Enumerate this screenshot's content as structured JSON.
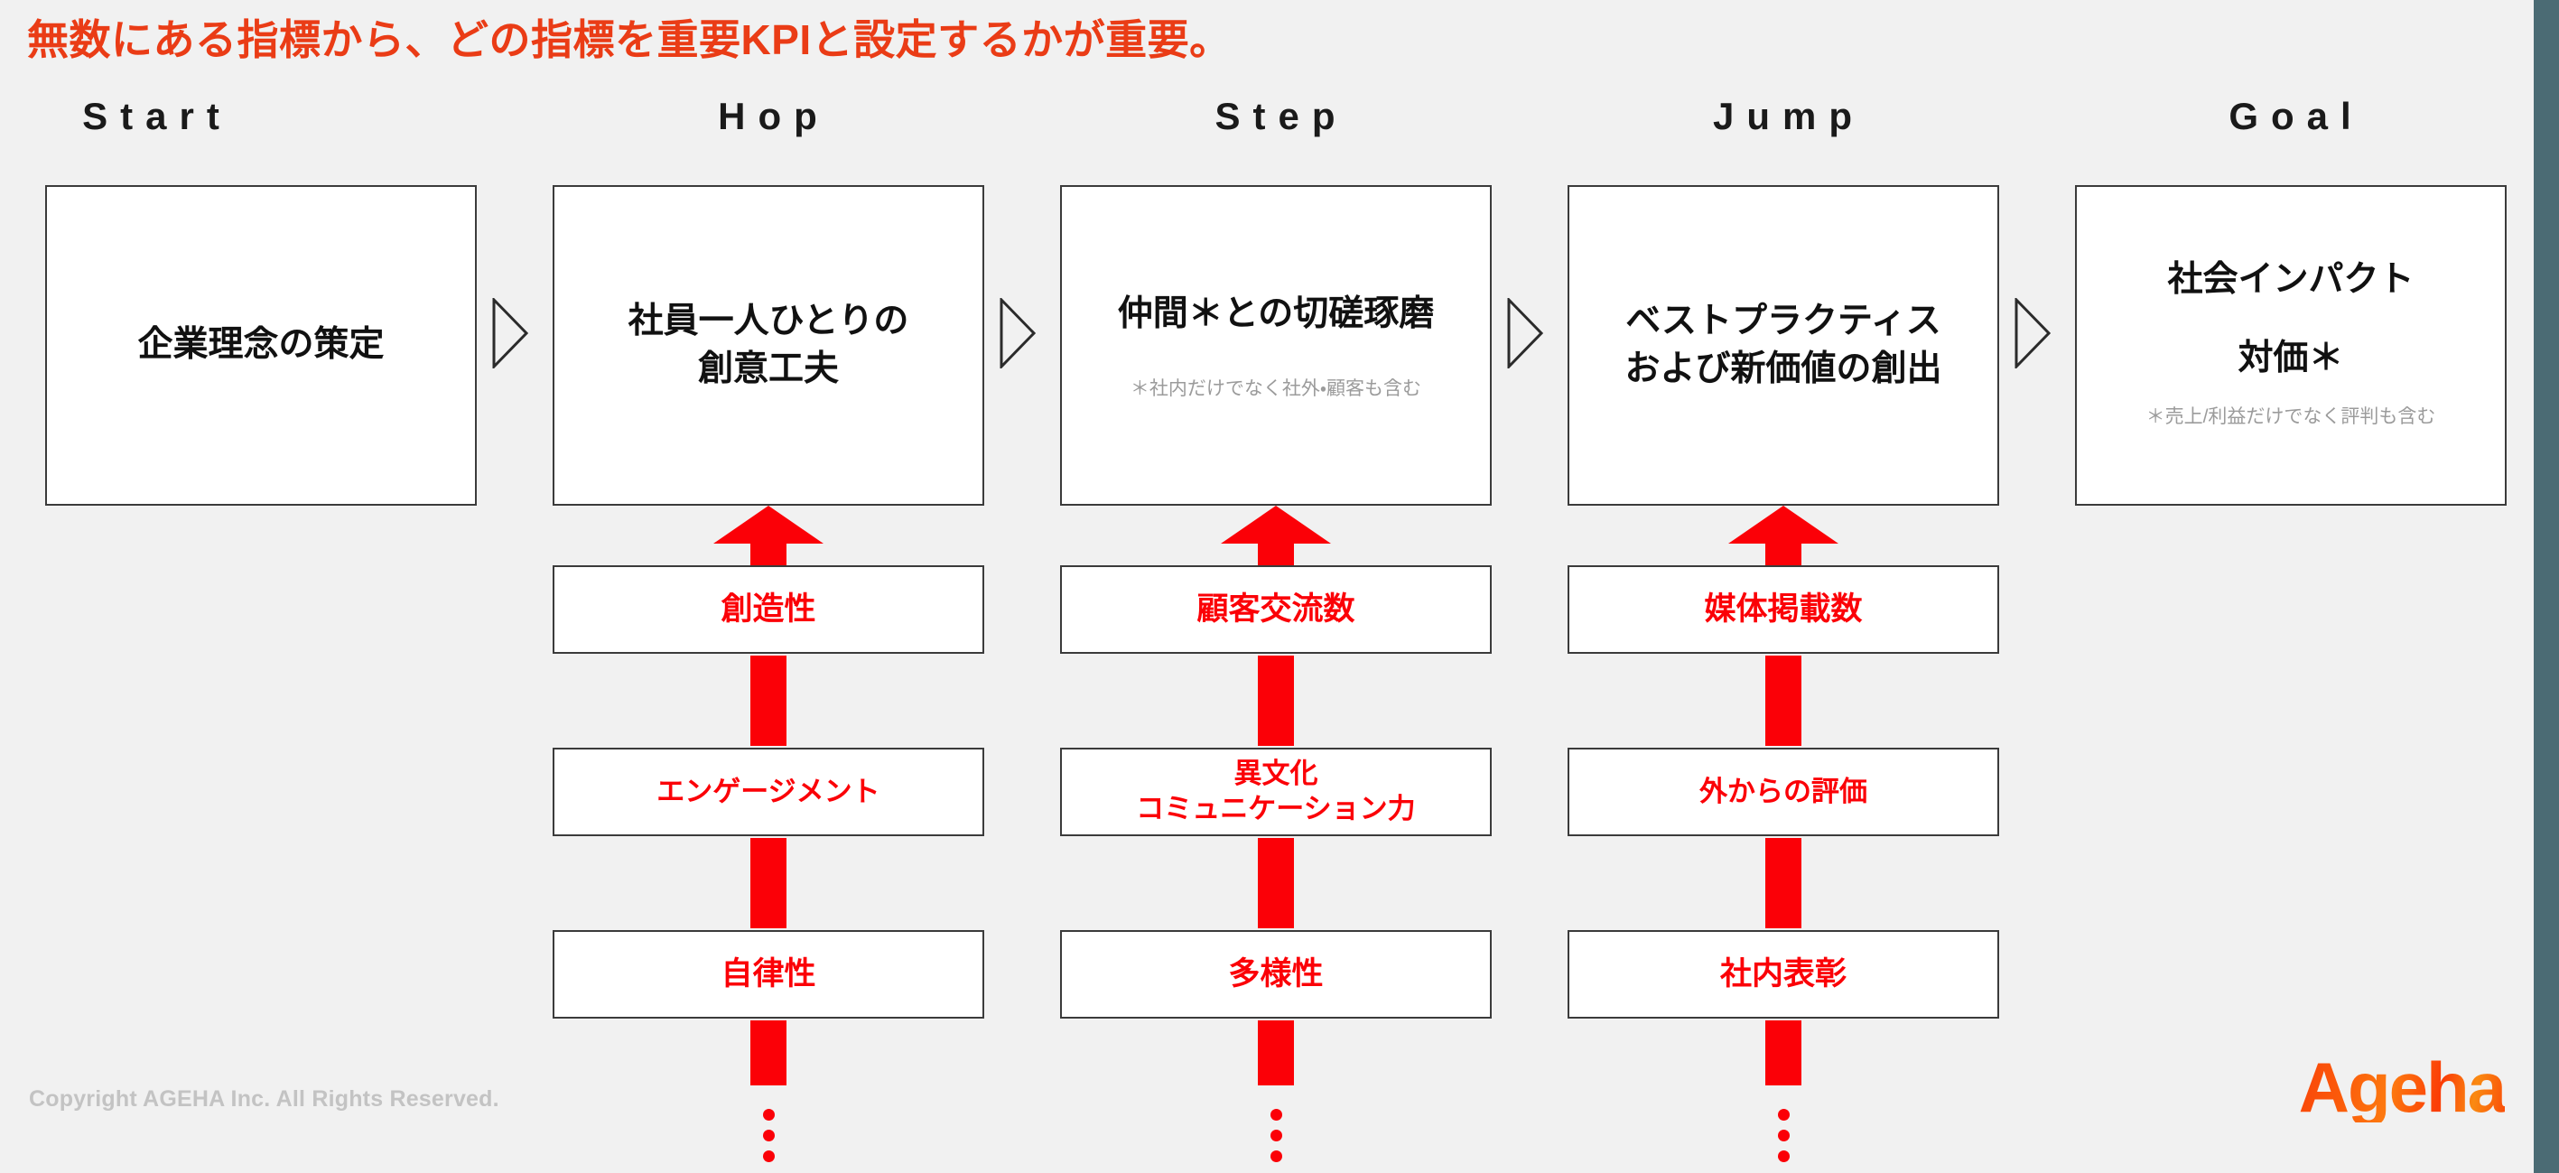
{
  "slide": {
    "title": "無数にある指標から、どの指標を重要KPIと設定するかが重要。",
    "title_color": "#ea3c16",
    "background_color": "#f1f1f1",
    "accent_red": "#fb0007",
    "band_color": "#4b6b74"
  },
  "columns": [
    {
      "header": "Start",
      "stage_text": "企業理念の策定",
      "note": ""
    },
    {
      "header": "Hop",
      "stage_text": "社員一人ひとりの\n創意工夫",
      "note": ""
    },
    {
      "header": "Step",
      "stage_text": "仲間＊との切磋琢磨",
      "note": "＊社内だけでなく社外・顧客も含む"
    },
    {
      "header": "Jump",
      "stage_text": "ベストプラクティス\nおよび新価値の創出",
      "note": ""
    },
    {
      "header": "Goal",
      "stage_text": "社会インパクト",
      "stage_sub": "対価＊",
      "note": "＊売上/利益だけでなく評判も含む"
    }
  ],
  "kpis": {
    "hop": [
      "創造性",
      "エンゲージメント",
      "自律性"
    ],
    "step": [
      "顧客交流数",
      "異文化\nコミュニケーション力",
      "多様性"
    ],
    "jump": [
      "媒体掲載数",
      "外からの評価",
      "社内表彰"
    ]
  },
  "footer": {
    "copyright": "Copyright AGEHA Inc. All Rights Reserved.",
    "logo": "Ageha"
  }
}
